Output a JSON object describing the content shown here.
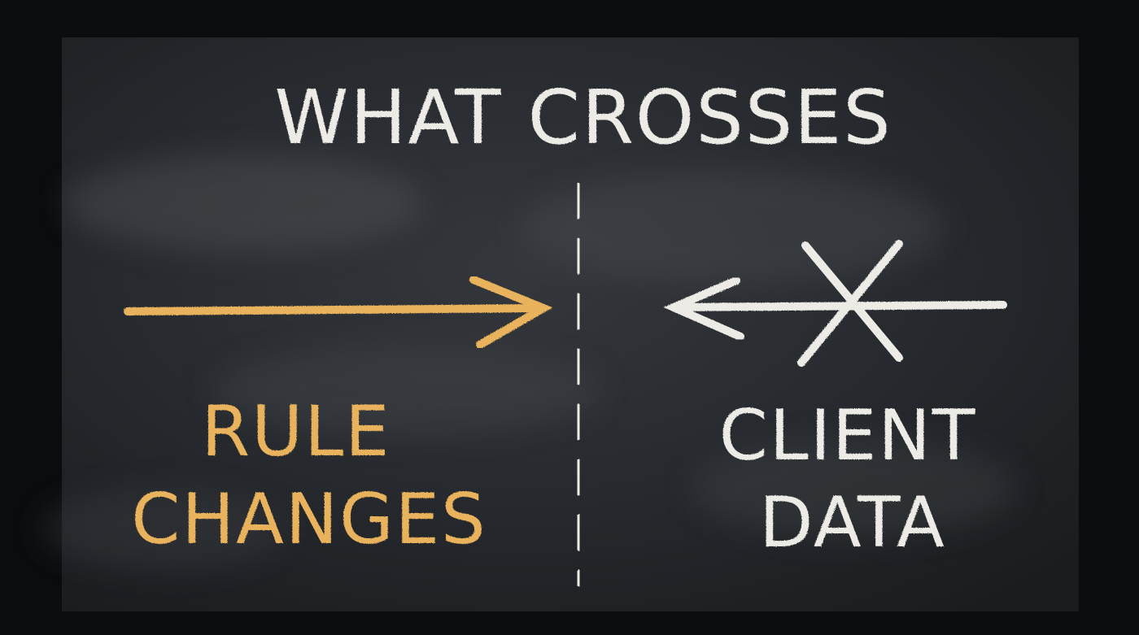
{
  "board": {
    "title": "WHAT CROSSES",
    "left_label_line1": "RULE",
    "left_label_line2": "CHANGES",
    "right_label_line1": "CLIENT",
    "right_label_line2": "DATA"
  },
  "colors": {
    "background": "#0b0c0e",
    "board": "#26292d",
    "chalk_white": "#ecebe6",
    "chalk_orange": "#e9b25b"
  },
  "icons": {
    "left_arrow": "right-arrow-icon",
    "right_arrow": "left-arrow-icon",
    "blocked_mark": "x-mark-icon",
    "divider": "dashed-line"
  }
}
